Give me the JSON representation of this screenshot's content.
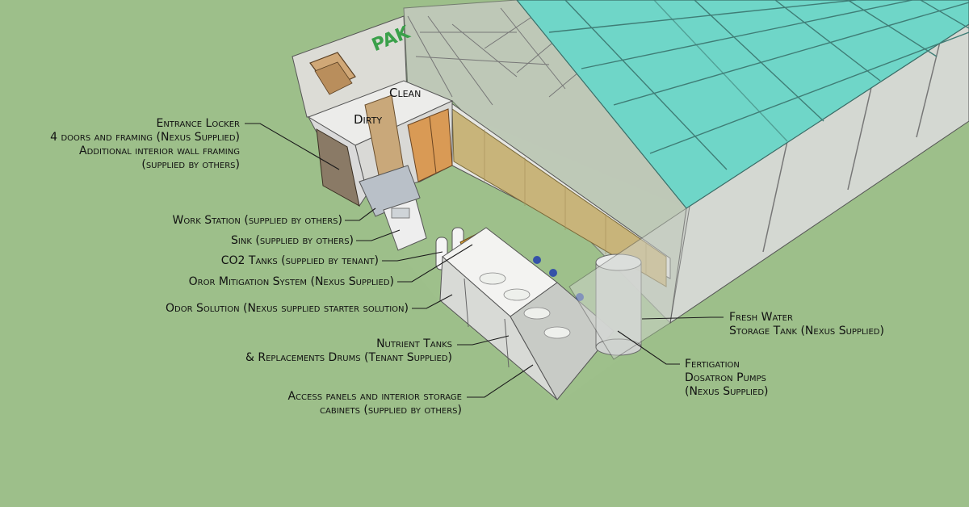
{
  "room_labels": {
    "clean": "Clean",
    "dirty": "Dirty"
  },
  "sign_text": "PAK",
  "callouts": {
    "entrance_locker": [
      "Entrance Locker",
      "4 doors and framing (Nexus Supplied)",
      "Additional interior wall framing",
      "(supplied by others)"
    ],
    "work_station": "Work Station (supplied by others)",
    "sink": "Sink (supplied by others)",
    "co2_tanks": "CO2 Tanks (supplied by tenant)",
    "odor_mitigation": "Oror Mitigation System (Nexus Supplied)",
    "odor_solution": "Odor Solution (Nexus supplied starter solution)",
    "nutrient_tanks": [
      "Nutrient Tanks",
      "& Replacements Drums (Tenant Supplied)"
    ],
    "access_panels": [
      "Access panels and interior storage",
      "cabinets (supplied by others)"
    ],
    "fresh_water": [
      "Fresh Water",
      "Storage Tank (Nexus Supplied)"
    ],
    "fertigation": [
      "Fertigation",
      "Dosatron Pumps",
      "(Nexus Supplied)"
    ]
  },
  "colors": {
    "ground": "#9dbf8a",
    "glass_roof": "#6fd6c8",
    "orange_doors": "#d99a55",
    "cooling_pad": "#c8b47a"
  }
}
